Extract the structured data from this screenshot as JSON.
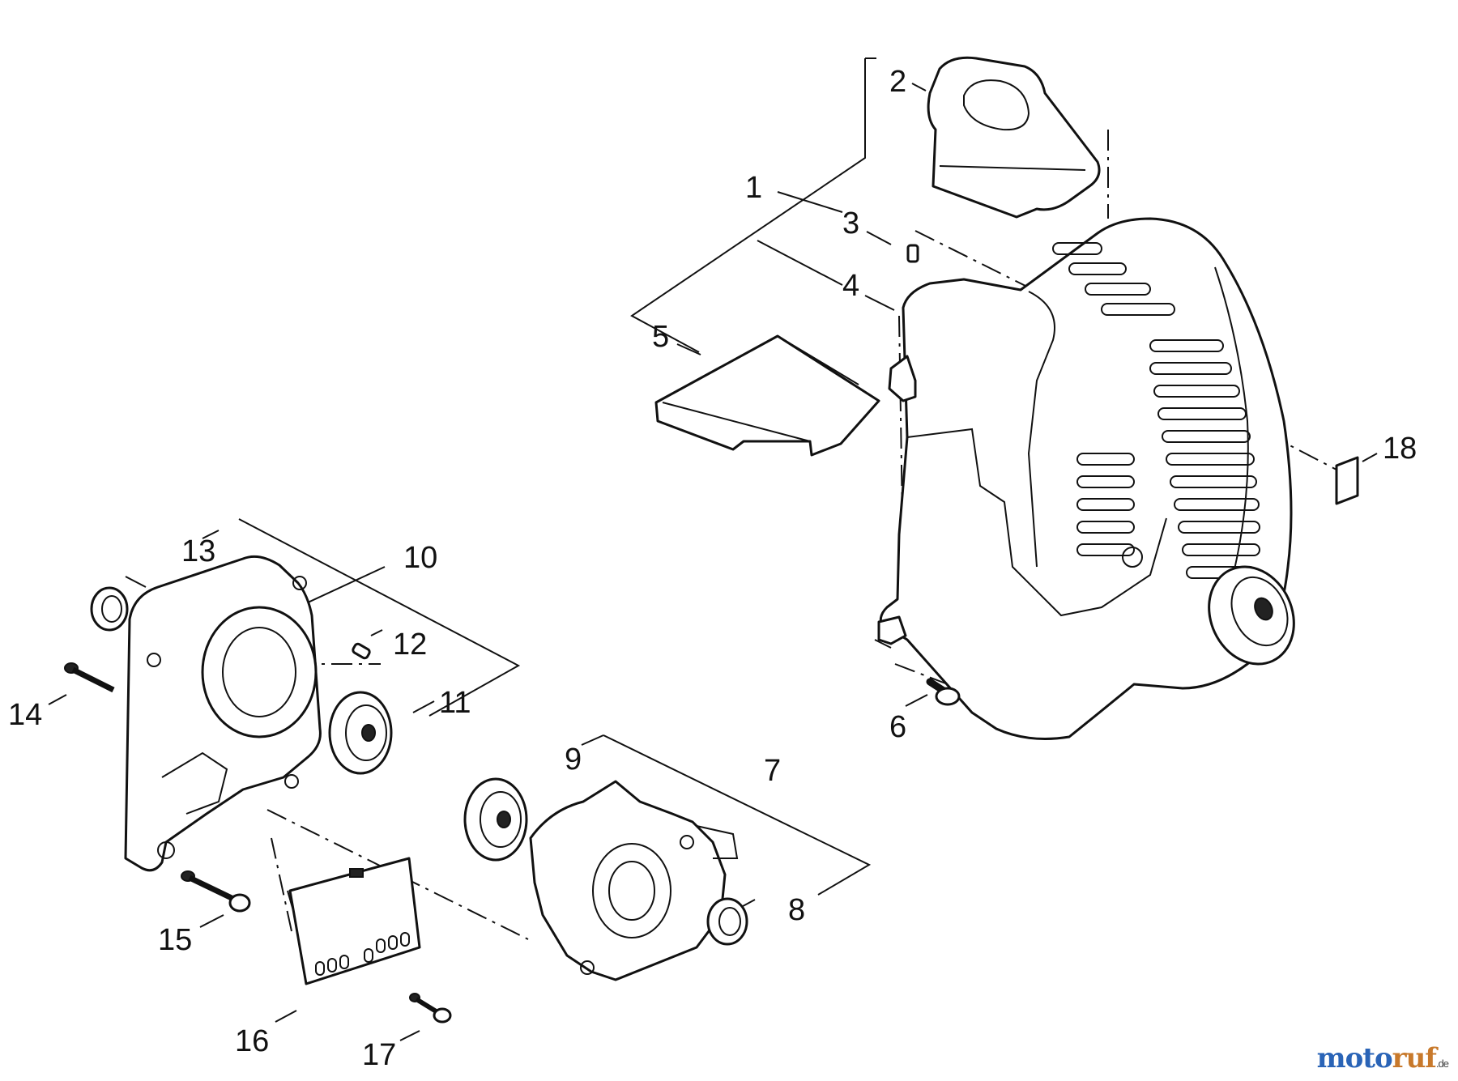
{
  "diagram": {
    "callouts": [
      "1",
      "2",
      "3",
      "4",
      "5",
      "6",
      "7",
      "8",
      "9",
      "10",
      "11",
      "12",
      "13",
      "14",
      "15",
      "16",
      "17",
      "18"
    ]
  },
  "watermark": {
    "part1": "moto",
    "part2": "ruf",
    "suffix": ".de"
  },
  "colors": {
    "line": "#111111",
    "background": "#ffffff",
    "watermark_blue": "#2a64b7",
    "watermark_orange": "#c8792b"
  }
}
